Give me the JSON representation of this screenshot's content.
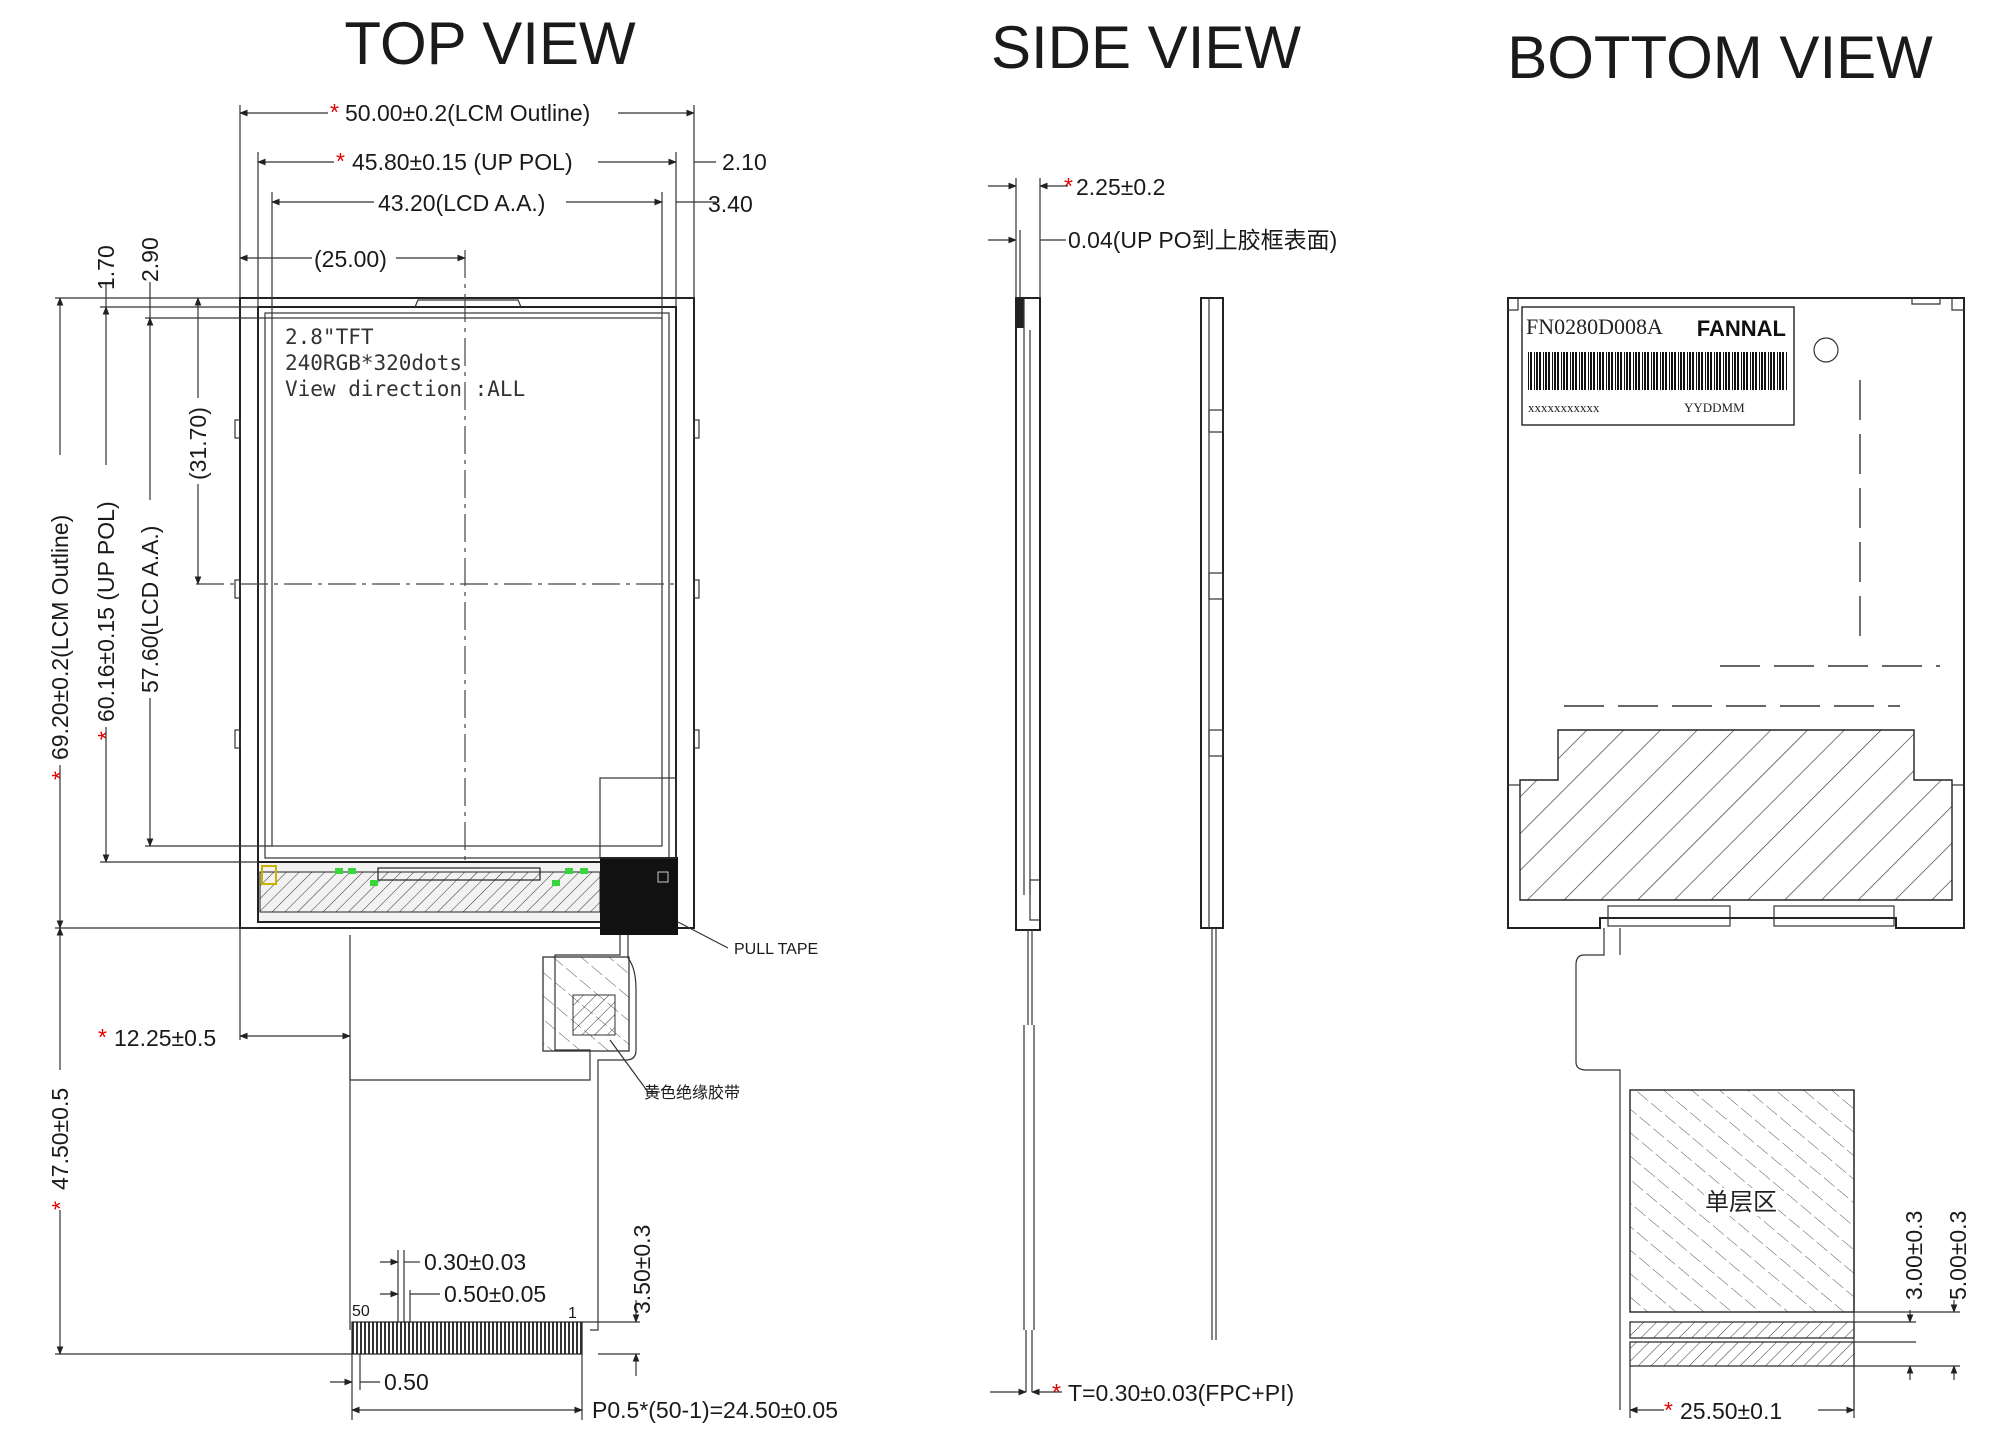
{
  "views": {
    "top": "TOP VIEW",
    "side": "SIDE VIEW",
    "bottom": "BOTTOM VIEW"
  },
  "top_view": {
    "dims": {
      "lcm_width": "50.00±0.2(LCM Outline)",
      "pol_width": "45.80±0.15 (UP POL)",
      "aa_width": "43.20(LCD A.A.)",
      "center_x": "(25.00)",
      "off_210": "2.10",
      "off_340": "3.40",
      "off_170": "1.70",
      "off_290": "2.90",
      "center_y": "(31.70)",
      "lcm_height": "69.20±0.2(LCM Outline)",
      "pol_height": "60.16±0.15 (UP POL)",
      "aa_height": "57.60(LCD A.A.)",
      "fpc_offset": "12.25±0.5",
      "fpc_length": "47.50±0.5",
      "pin_width": "0.30±0.03",
      "pin_pitch_label": "0.50±0.05",
      "stiff_len": "3.50±0.3",
      "pin_edge": "0.50",
      "pin_span": "P0.5*(50-1)=24.50±0.05",
      "pin_50": "50",
      "pin_1": "1"
    },
    "panel_text": {
      "size": "2.8\"TFT",
      "resolution": "240RGB*320dots",
      "direction": "View direction :ALL"
    },
    "labels": {
      "pull_tape": "PULL TAPE",
      "yellow_tape": "黄色绝缘胶带"
    }
  },
  "side_view": {
    "dims": {
      "thickness": "2.25±0.2",
      "po_gap": "0.04(UP PO到上胶框表面)",
      "fpc_t": "T=0.30±0.03(FPC+PI)"
    }
  },
  "bottom_view": {
    "label": {
      "part": "FN0280D008A",
      "brand": "FANNAL",
      "serial": "xxxxxxxxxxx",
      "date": "YYDDMM"
    },
    "single_layer": "单层区",
    "dims": {
      "d3": "3.00±0.3",
      "d5": "5.00±0.3",
      "fpc_width": "25.50±0.1"
    }
  },
  "star": "*"
}
